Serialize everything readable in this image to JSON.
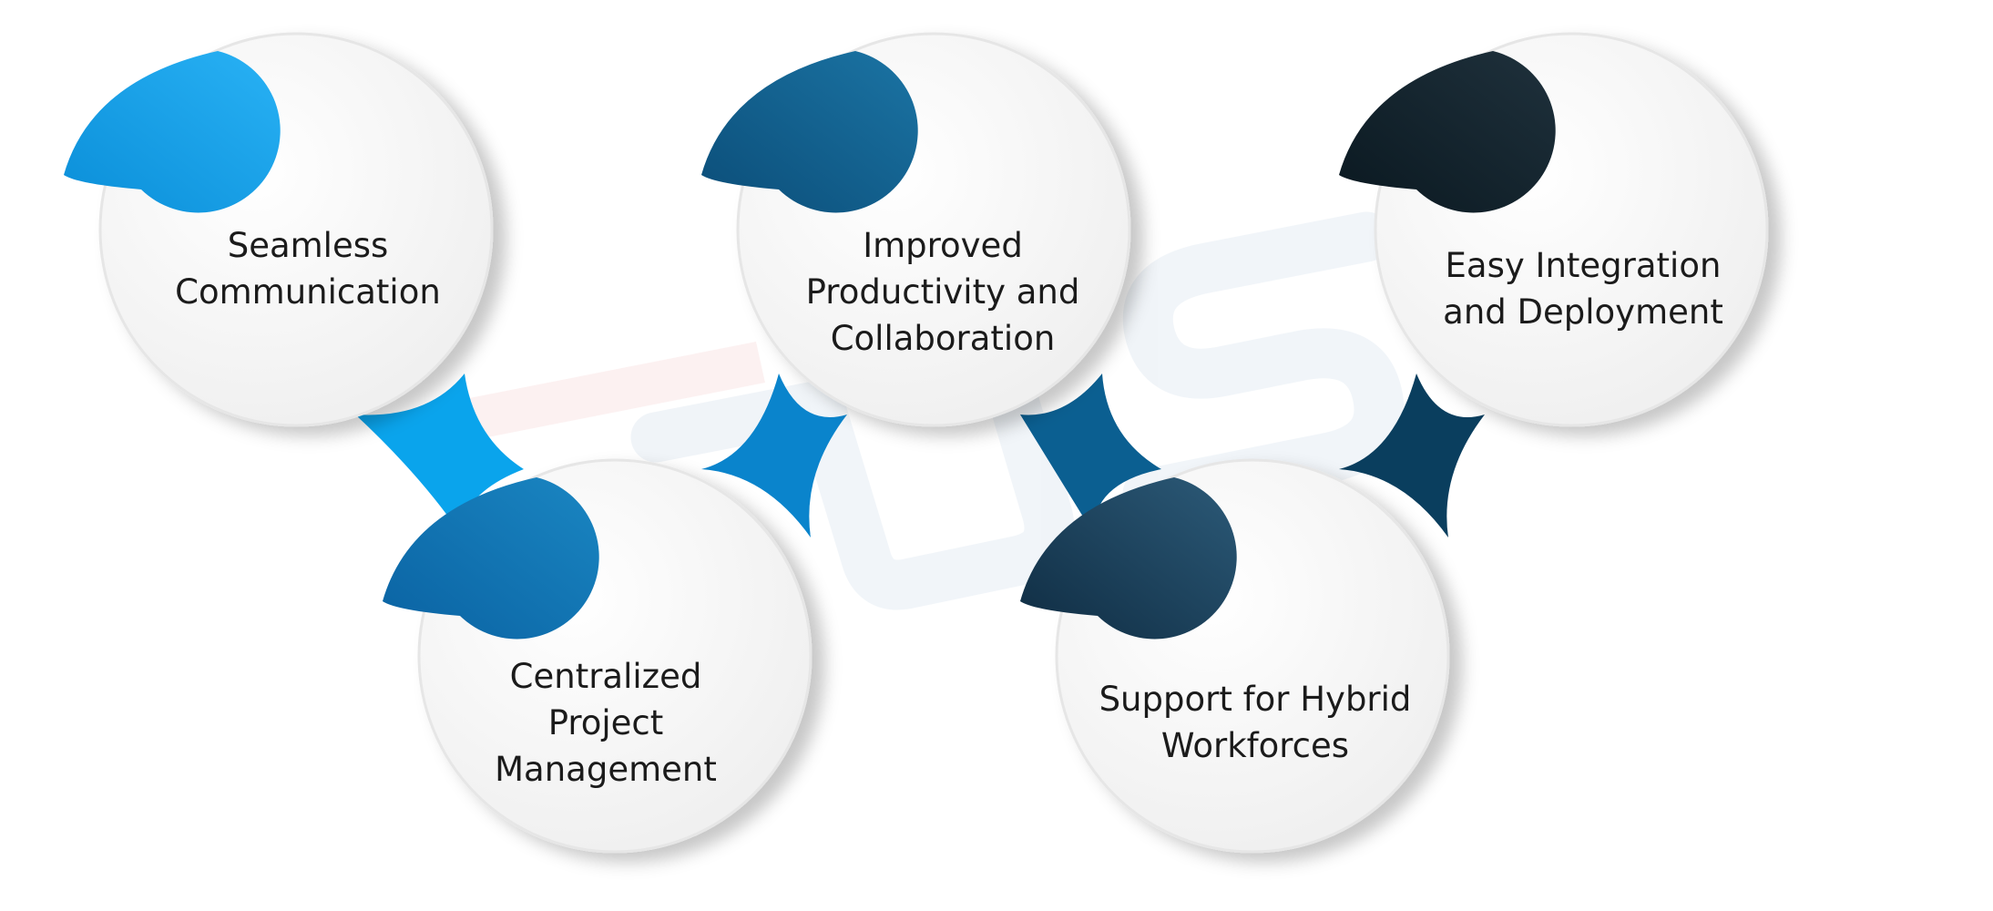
{
  "colors": {
    "accent_1": "#1aa7ee",
    "accent_2": "#0e6fae",
    "accent_3": "#1275a8",
    "accent_4": "#1d4a68",
    "accent_5": "#13222c",
    "connector_1": "#0aa4ec",
    "connector_2": "#0c78b6",
    "connector_3": "#0a4f7a",
    "background": "#ffffff",
    "circle_fill": "#f7f7f7",
    "text": "#1b1b1b"
  },
  "steps": [
    {
      "label": "Seamless\nCommunication",
      "accent_icon": "blue-leaf-shape"
    },
    {
      "label": "Centralized\nProject\nManagement",
      "accent_icon": "blue-leaf-shape"
    },
    {
      "label": "Improved\nProductivity and\nCollaboration",
      "accent_icon": "teal-leaf-shape"
    },
    {
      "label": "Support for Hybrid\nWorkforces",
      "accent_icon": "navy-leaf-shape"
    },
    {
      "label": "Easy Integration\nand Deployment",
      "accent_icon": "dark-leaf-shape"
    }
  ]
}
